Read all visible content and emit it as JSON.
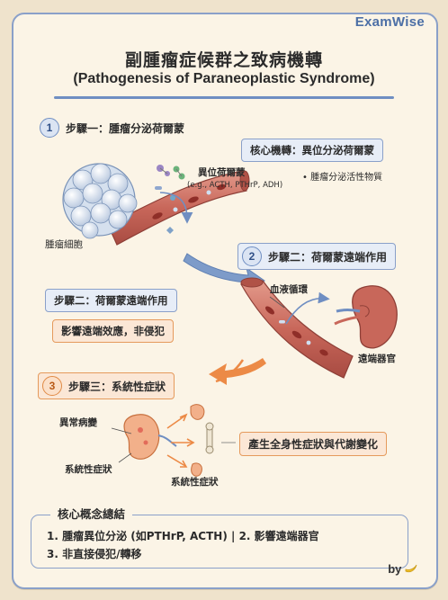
{
  "brand": "ExamWise",
  "title_zh": "副腫瘤症候群之致病機轉",
  "title_en": "(Pathogenesis of Paraneoplastic Syndrome)",
  "step1": {
    "number": "1",
    "heading": "步驟一：腫瘤分泌荷爾蒙",
    "mechanism_tag": "核心機轉：異位分泌荷爾蒙",
    "hormone_label": "異位荷爾蒙",
    "hormone_examples": "(e.g., ACTH, PTHrP, ADH)",
    "bullet": "• 腫瘤分泌活性物質",
    "tumor_label": "腫瘤細胞"
  },
  "step2": {
    "number": "2",
    "heading": "步驟二：荷爾蒙遠端作用",
    "heading_left": "步驟二：荷爾蒙遠端作用",
    "effect_tag": "影響遠端效應，非侵犯",
    "circulation_label": "血液循環",
    "organ_label": "遠端器官"
  },
  "step3": {
    "number": "3",
    "heading": "步驟三：系統性症狀",
    "abnormal_label": "異常病變",
    "systemic_label_1": "系統性症狀",
    "systemic_label_2": "系統性症狀",
    "result_tag": "產生全身性症狀與代謝變化"
  },
  "summary": {
    "title": "核心概念總結",
    "line1": "1. 腫瘤異位分泌 (如PTHrP, ACTH) | 2. 影響遠端器官",
    "line2": "3. 非直接侵犯/轉移"
  },
  "signature": "by",
  "colors": {
    "accent_blue": "#6f8ec2",
    "accent_orange": "#e08a45",
    "vessel": "#c86a5e",
    "paper": "#fbf4e6"
  }
}
